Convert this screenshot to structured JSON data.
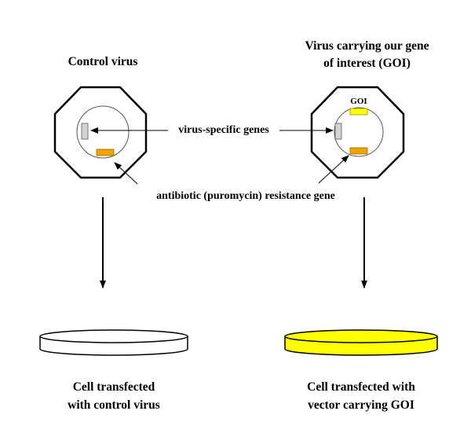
{
  "left_panel": {
    "title": "Control virus",
    "caption_line1": "Cell transfected",
    "caption_line2": "with control virus",
    "plate_color": "#ffffff"
  },
  "right_panel": {
    "title_line1": "Virus carrying our gene",
    "title_line2": "of interest (GOI)",
    "goi_label": "GOI",
    "caption_line1": "Cell transfected with",
    "caption_line2": "vector carrying GOI",
    "plate_color": "#ffff00"
  },
  "annotations": {
    "virus_specific_genes": "virus-specific  genes",
    "resistance_gene": "antibiotic  (puromycin)  resistance gene"
  },
  "colors": {
    "virus_gene": "#d4d4d4",
    "resistance_gene": "#f0a400",
    "goi_gene": "#ffff00",
    "outline": "#000000"
  }
}
